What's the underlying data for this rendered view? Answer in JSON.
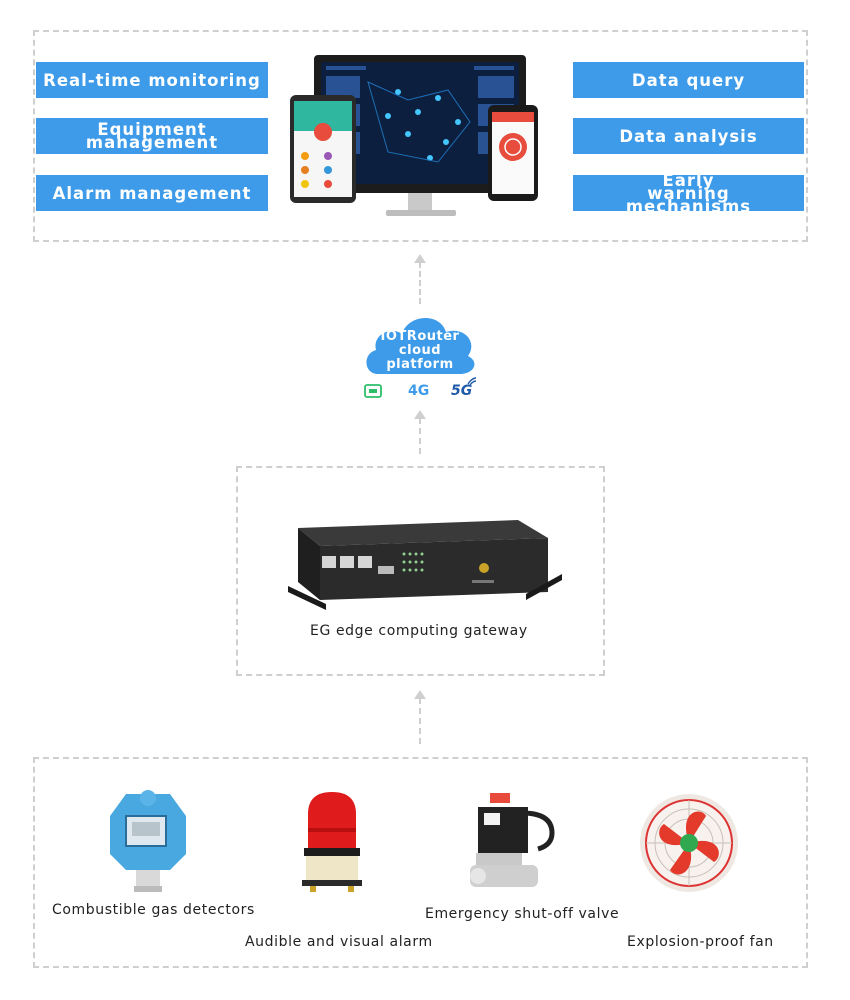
{
  "platform": {
    "left_features": [
      "Real-time monitoring",
      "Equipment management",
      "Alarm management"
    ],
    "right_features": [
      "Data query",
      "Data analysis",
      "Early warning mechanisms"
    ]
  },
  "cloud": {
    "label_lines": [
      "IOTRouter",
      "cloud",
      "platform"
    ],
    "network_labels": {
      "four_g": "4G",
      "five_g": "5G"
    }
  },
  "gateway": {
    "caption": "EG edge computing gateway"
  },
  "devices": {
    "gas_detector": "Combustible gas detectors",
    "alarm": "Audible and visual alarm",
    "valve": "Emergency shut-off valve",
    "fan": "Explosion-proof fan"
  },
  "colors": {
    "feature_blue": "#3d9be9",
    "cloud_blue": "#3d9be9",
    "dash_gray": "#cfcfcf",
    "ethernet_green": "#2bbf6a",
    "four_g_blue": "#3d9be9",
    "five_g_navy": "#1f5aa8"
  }
}
